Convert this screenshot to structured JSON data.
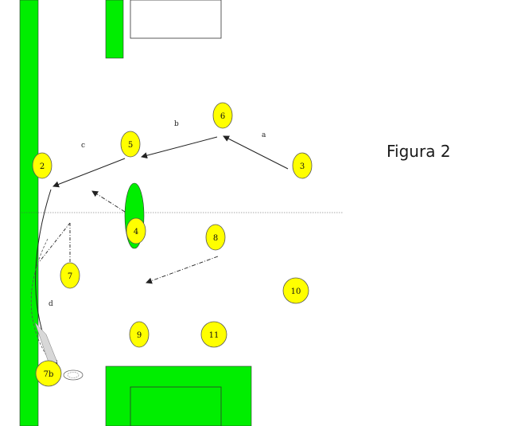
{
  "caption": "Figura 2",
  "colors": {
    "player": "#ffff00",
    "field": "#00ee00",
    "line": "#333333"
  },
  "players": [
    {
      "id": "2",
      "label": "2"
    },
    {
      "id": "3",
      "label": "3"
    },
    {
      "id": "4",
      "label": "4"
    },
    {
      "id": "5",
      "label": "5"
    },
    {
      "id": "6",
      "label": "6"
    },
    {
      "id": "7",
      "label": "7"
    },
    {
      "id": "7b",
      "label": "7b"
    },
    {
      "id": "8",
      "label": "8"
    },
    {
      "id": "9",
      "label": "9"
    },
    {
      "id": "10",
      "label": "10"
    },
    {
      "id": "11",
      "label": "11"
    }
  ],
  "pass_labels": {
    "a": "a",
    "b": "b",
    "c": "c",
    "d": "d"
  }
}
